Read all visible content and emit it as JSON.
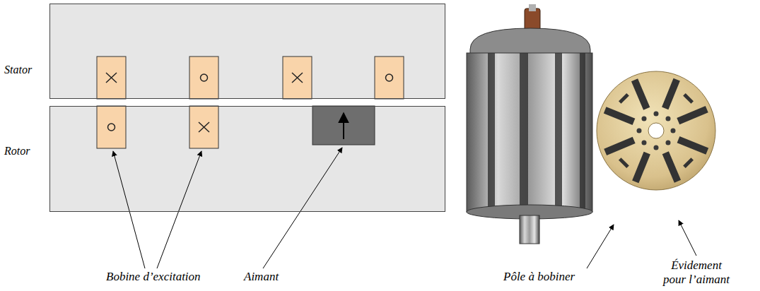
{
  "diagram": {
    "nodes": [
      {
        "text": [
          "Stator"
        ]
      },
      {
        "text": [
          "Rotor"
        ]
      }
    ],
    "labels": [
      "Bobine d’excitation",
      "Aimant",
      "Pôle à bobiner",
      "Évidement pour l’aimant"
    ]
  }
}
